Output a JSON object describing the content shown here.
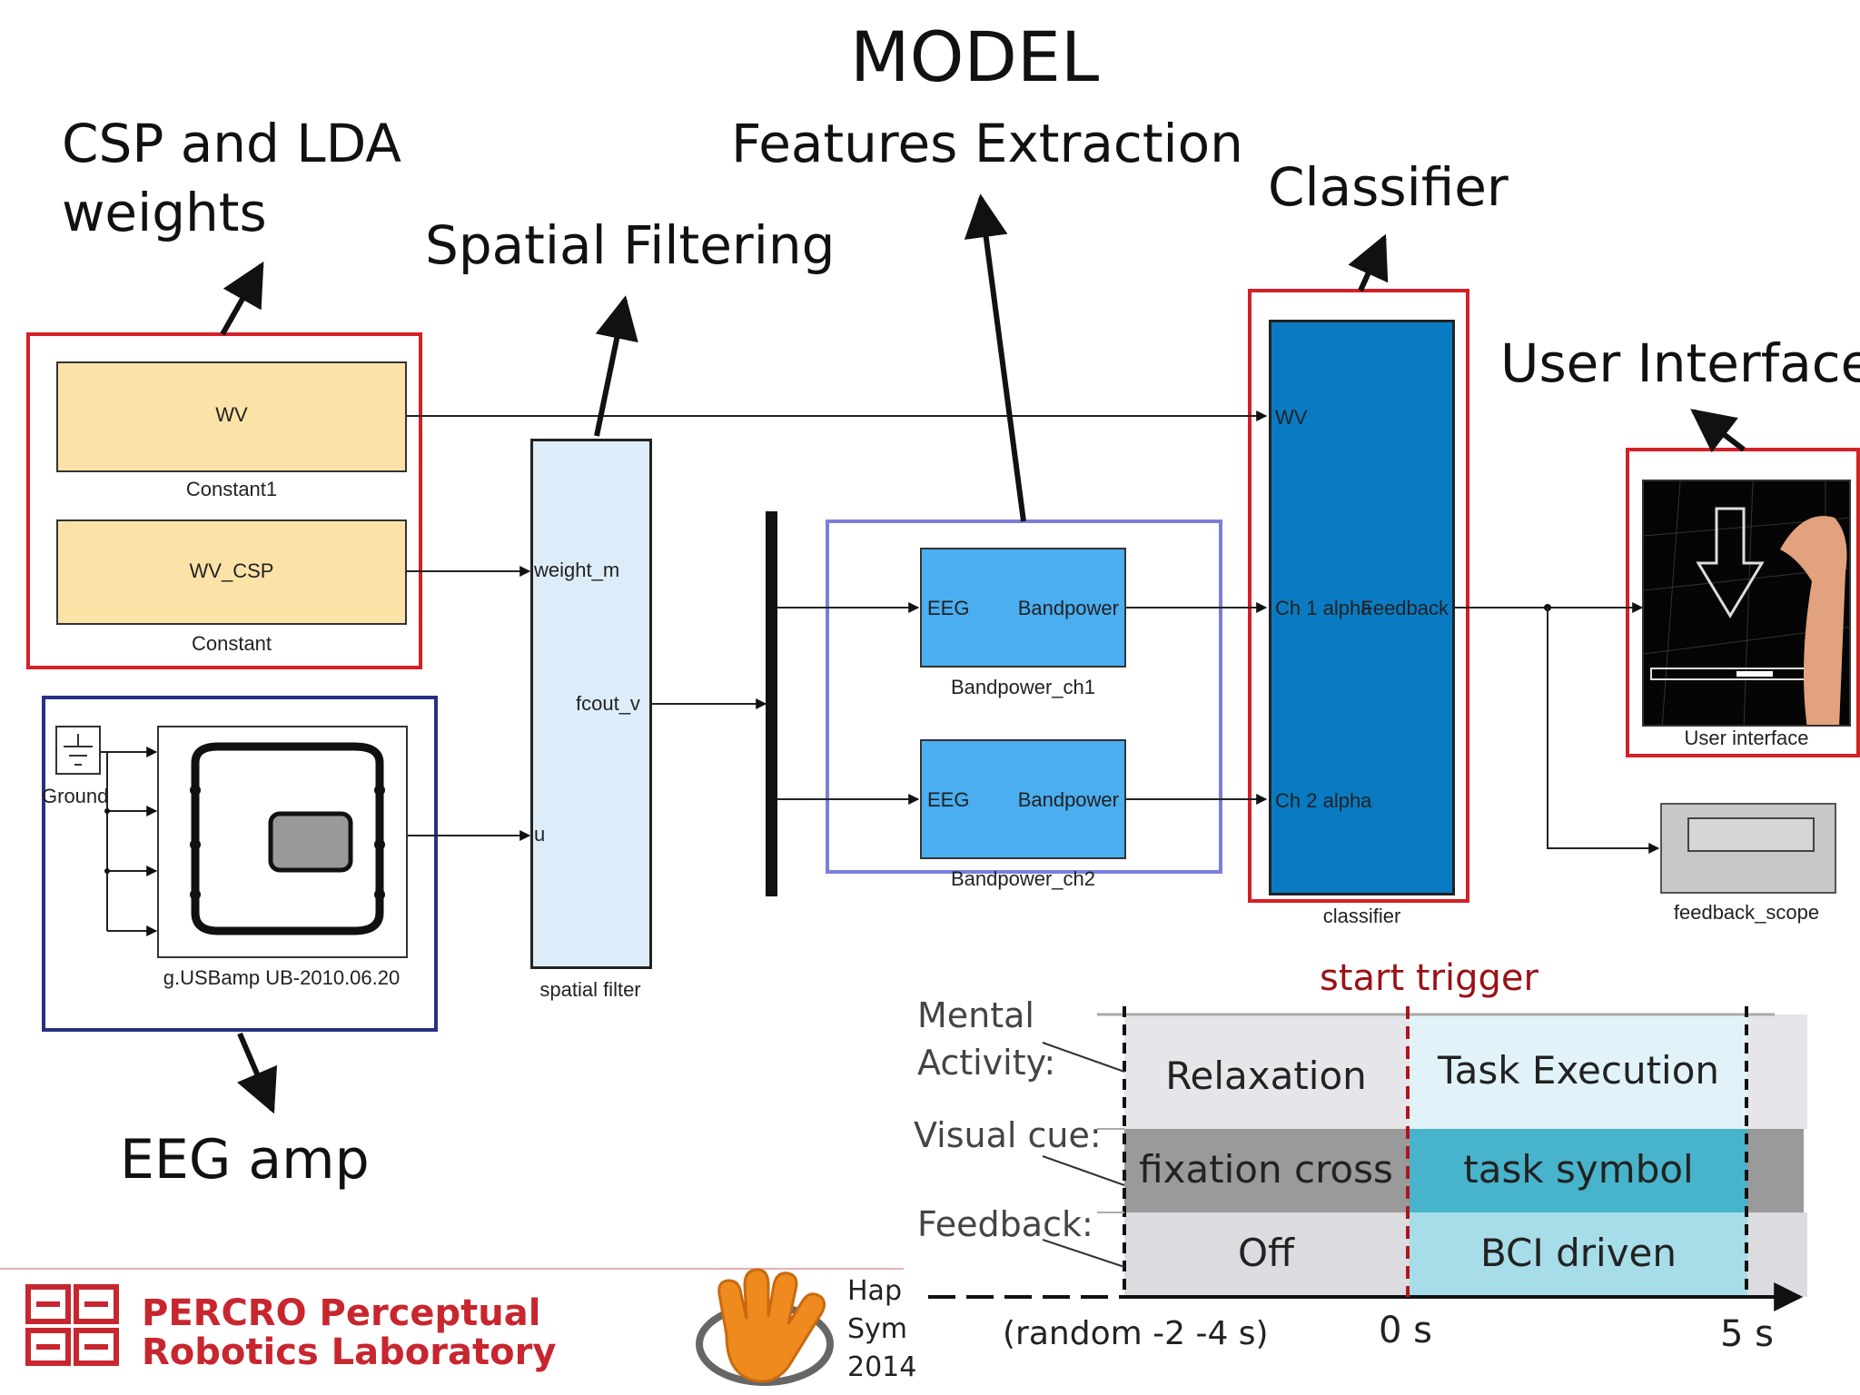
{
  "titles": {
    "model": "MODEL",
    "csp_lda": "CSP and LDA\nweights",
    "features_extraction": "Features Extraction",
    "classifier": "Classifier",
    "spatial_filtering": "Spatial Filtering",
    "user_interface": "User Interface",
    "eeg_amp": "EEG amp"
  },
  "blocks": {
    "constant1": {
      "value": "WV",
      "label": "Constant1"
    },
    "constant": {
      "value": "WV_CSP",
      "label": "Constant"
    },
    "spatial_filter": {
      "label": "spatial filter",
      "in1": "weight_m",
      "in2": "u",
      "out": "fcout_v"
    },
    "bandpower_ch1": {
      "in": "EEG",
      "out": "Bandpower",
      "label": "Bandpower_ch1"
    },
    "bandpower_ch2": {
      "in": "EEG",
      "out": "Bandpower",
      "label": "Bandpower_ch2"
    },
    "classifier": {
      "label": "classifier",
      "in1": "WV",
      "in2": "Ch 1 alpha",
      "in3": "Ch 2 alpha",
      "out": "Feedback"
    },
    "user_interface": {
      "label": "User interface"
    },
    "feedback_scope": {
      "label": "feedback_scope"
    },
    "usbamp": {
      "label": "g.USBamp UB-2010.06.20",
      "ground": "Ground"
    }
  },
  "timeline": {
    "start_trigger": "start trigger",
    "row_labels": [
      "Mental\nActivity:",
      "Visual cue:",
      "Feedback:"
    ],
    "rows": [
      {
        "pre": "Relaxation",
        "post": "Task  Execution"
      },
      {
        "pre": "fixation cross",
        "post": "task symbol"
      },
      {
        "pre": "Off",
        "post": "BCI driven"
      }
    ],
    "ticks": [
      "(random -2 -4 s)",
      "0 s",
      "5 s"
    ]
  },
  "footer": {
    "lab_line1": "PERCRO Perceptual",
    "lab_line2": "Robotics Laboratory",
    "event_line1": "Hap",
    "event_line2": "Sym",
    "event_line3": "2014"
  },
  "colors": {
    "highlight_red": "#d42027",
    "amp_box": "#2a2f86",
    "features_box": "#7c7fd8",
    "constant_fill": "#fbe3a8",
    "spatial_fill": "#dcedf9",
    "bandpower_fill": "#4aaef0",
    "classifier_fill": "#0a7bc2",
    "trigger_red": "#9b1116"
  }
}
